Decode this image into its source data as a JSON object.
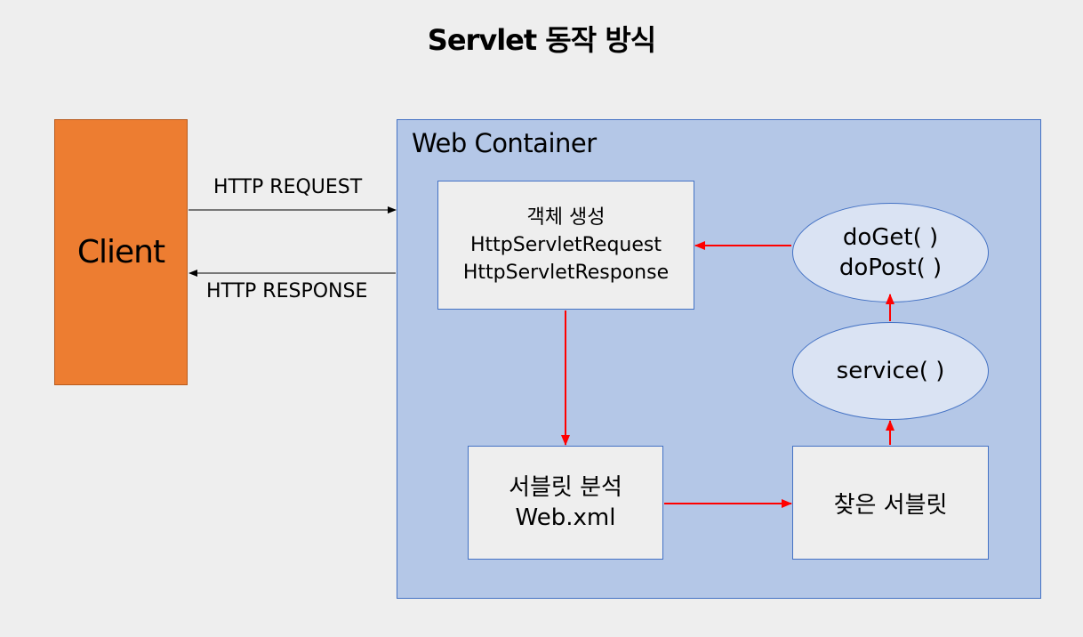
{
  "title": "Servlet 동작 방식",
  "client": {
    "label": "Client"
  },
  "flows": {
    "request": "HTTP REQUEST",
    "response": "HTTP RESPONSE"
  },
  "container": {
    "label": "Web Container",
    "create_box": {
      "line1": "객체 생성",
      "line2": "HttpServletRequest",
      "line3": "HttpServletResponse"
    },
    "analyze_box": {
      "line1": "서블릿 분석",
      "line2": "Web.xml"
    },
    "found_box": {
      "label": "찾은 서블릿"
    },
    "service_oval": {
      "label": "service( )"
    },
    "doget_oval": {
      "line1": "doGet( )",
      "line2": "doPost( )"
    }
  },
  "colors": {
    "client": "#ed7d31",
    "container": "#b4c7e7",
    "border": "#4472c4",
    "oval_fill": "#dae3f3",
    "flow_arrow": "#ff0000"
  }
}
